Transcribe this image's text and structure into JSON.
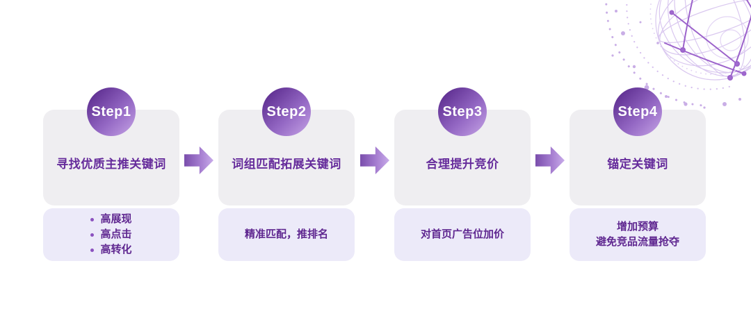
{
  "page": {
    "background": "#ffffff",
    "kind": "four-step-process-diagram"
  },
  "colors": {
    "badge_gradient_start": "#5b2b8e",
    "badge_gradient_end": "#c6a4e6",
    "main_box_bg": "#efeef1",
    "detail_box_bg": "#eceaf9",
    "arrow_gradient_start": "#7a4eac",
    "arrow_gradient_end": "#c9acea",
    "title_text": "#652b9b",
    "detail_text": "#5f2790",
    "globe_light": "#d9c7ef",
    "globe_dark": "#9c63cb"
  },
  "steps": [
    {
      "badge": "Step1",
      "title": "寻找优质主推关键词",
      "details": [
        "高展现",
        "高点击",
        "高转化"
      ]
    },
    {
      "badge": "Step2",
      "title": "词组匹配拓展关键词",
      "details": [
        "精准匹配，推排名"
      ]
    },
    {
      "badge": "Step3",
      "title": "合理提升竞价",
      "details": [
        "对首页广告位加价"
      ]
    },
    {
      "badge": "Step4",
      "title": "锚定关键词",
      "details": [
        "增加预算",
        "避免竞品流量抢夺"
      ]
    }
  ],
  "decoration": {
    "type": "wireframe-globe",
    "position": "top-right"
  }
}
